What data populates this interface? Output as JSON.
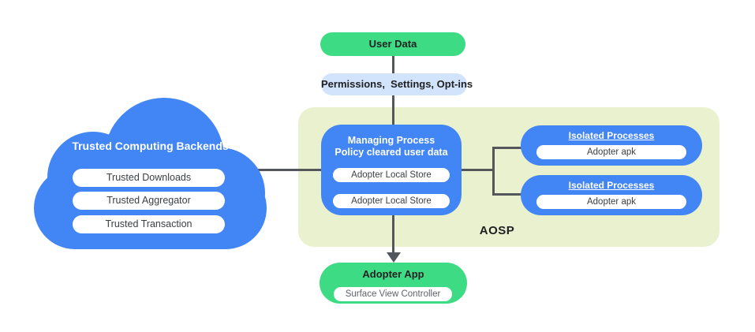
{
  "colors": {
    "blue": "#4285F4",
    "green": "#3DDC84",
    "light_blue": "#D2E3FC",
    "pale_yellow_green": "#EAF1CE",
    "connector_gray": "#53565A",
    "dark_text": "#202124",
    "pill_text": "#3C4043",
    "muted_text": "#5F6368",
    "white": "#FFFFFF"
  },
  "flow": {
    "user_data": "User Data",
    "permissions": "Permissions,  Settings, Opt-ins"
  },
  "cloud": {
    "title": "Trusted Computing Backends",
    "items": [
      "Trusted Downloads",
      "Trusted Aggregator",
      "Trusted Transaction"
    ]
  },
  "aosp": {
    "label": "AOSP",
    "managing_process": {
      "title_line1": "Managing Process",
      "title_line2": "Policy cleared user data",
      "stores": [
        "Adopter Local Store",
        "Adopter Local Store"
      ]
    },
    "isolated_processes": [
      {
        "title": "Isolated Processes",
        "item": "Adopter apk"
      },
      {
        "title": "Isolated Processes",
        "item": "Adopter apk"
      }
    ]
  },
  "adopter_app": {
    "title": "Adopter App",
    "item": "Surface View Controller"
  }
}
